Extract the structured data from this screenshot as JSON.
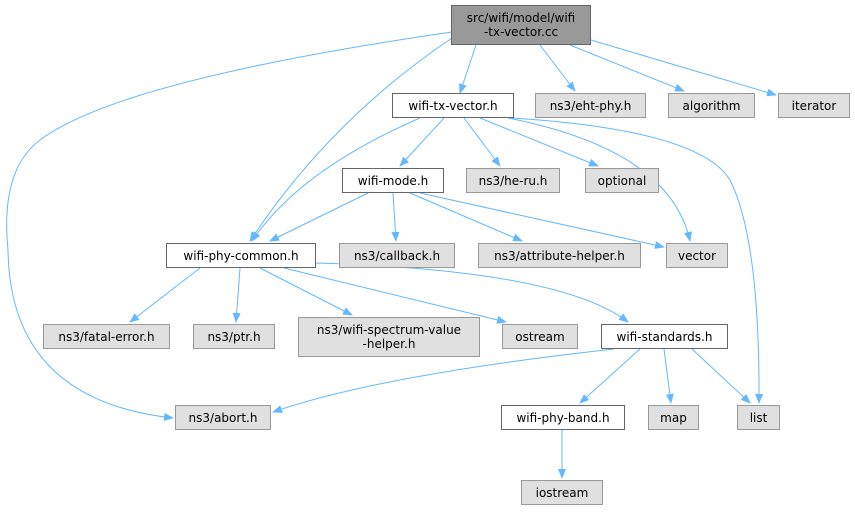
{
  "nodes": {
    "root": {
      "label": "src/wifi/model/wifi\n-tx-vector.cc"
    },
    "txvector": {
      "label": "wifi-tx-vector.h"
    },
    "ehtphy": {
      "label": "ns3/eht-phy.h"
    },
    "algorithm": {
      "label": "algorithm"
    },
    "iterator": {
      "label": "iterator"
    },
    "mode": {
      "label": "wifi-mode.h"
    },
    "heru": {
      "label": "ns3/he-ru.h"
    },
    "optional": {
      "label": "optional"
    },
    "phycommon": {
      "label": "wifi-phy-common.h"
    },
    "callback": {
      "label": "ns3/callback.h"
    },
    "attrhelper": {
      "label": "ns3/attribute-helper.h"
    },
    "vector": {
      "label": "vector"
    },
    "fatalerror": {
      "label": "ns3/fatal-error.h"
    },
    "ptr": {
      "label": "ns3/ptr.h"
    },
    "spectrum": {
      "label": "ns3/wifi-spectrum-value\n-helper.h"
    },
    "ostream": {
      "label": "ostream"
    },
    "standards": {
      "label": "wifi-standards.h"
    },
    "abort": {
      "label": "ns3/abort.h"
    },
    "phyband": {
      "label": "wifi-phy-band.h"
    },
    "map": {
      "label": "map"
    },
    "list": {
      "label": "list"
    },
    "iostream": {
      "label": "iostream"
    }
  },
  "colors": {
    "edge": "#63b8ff",
    "external_fill": "#e0e0e0",
    "root_fill": "#999999"
  }
}
